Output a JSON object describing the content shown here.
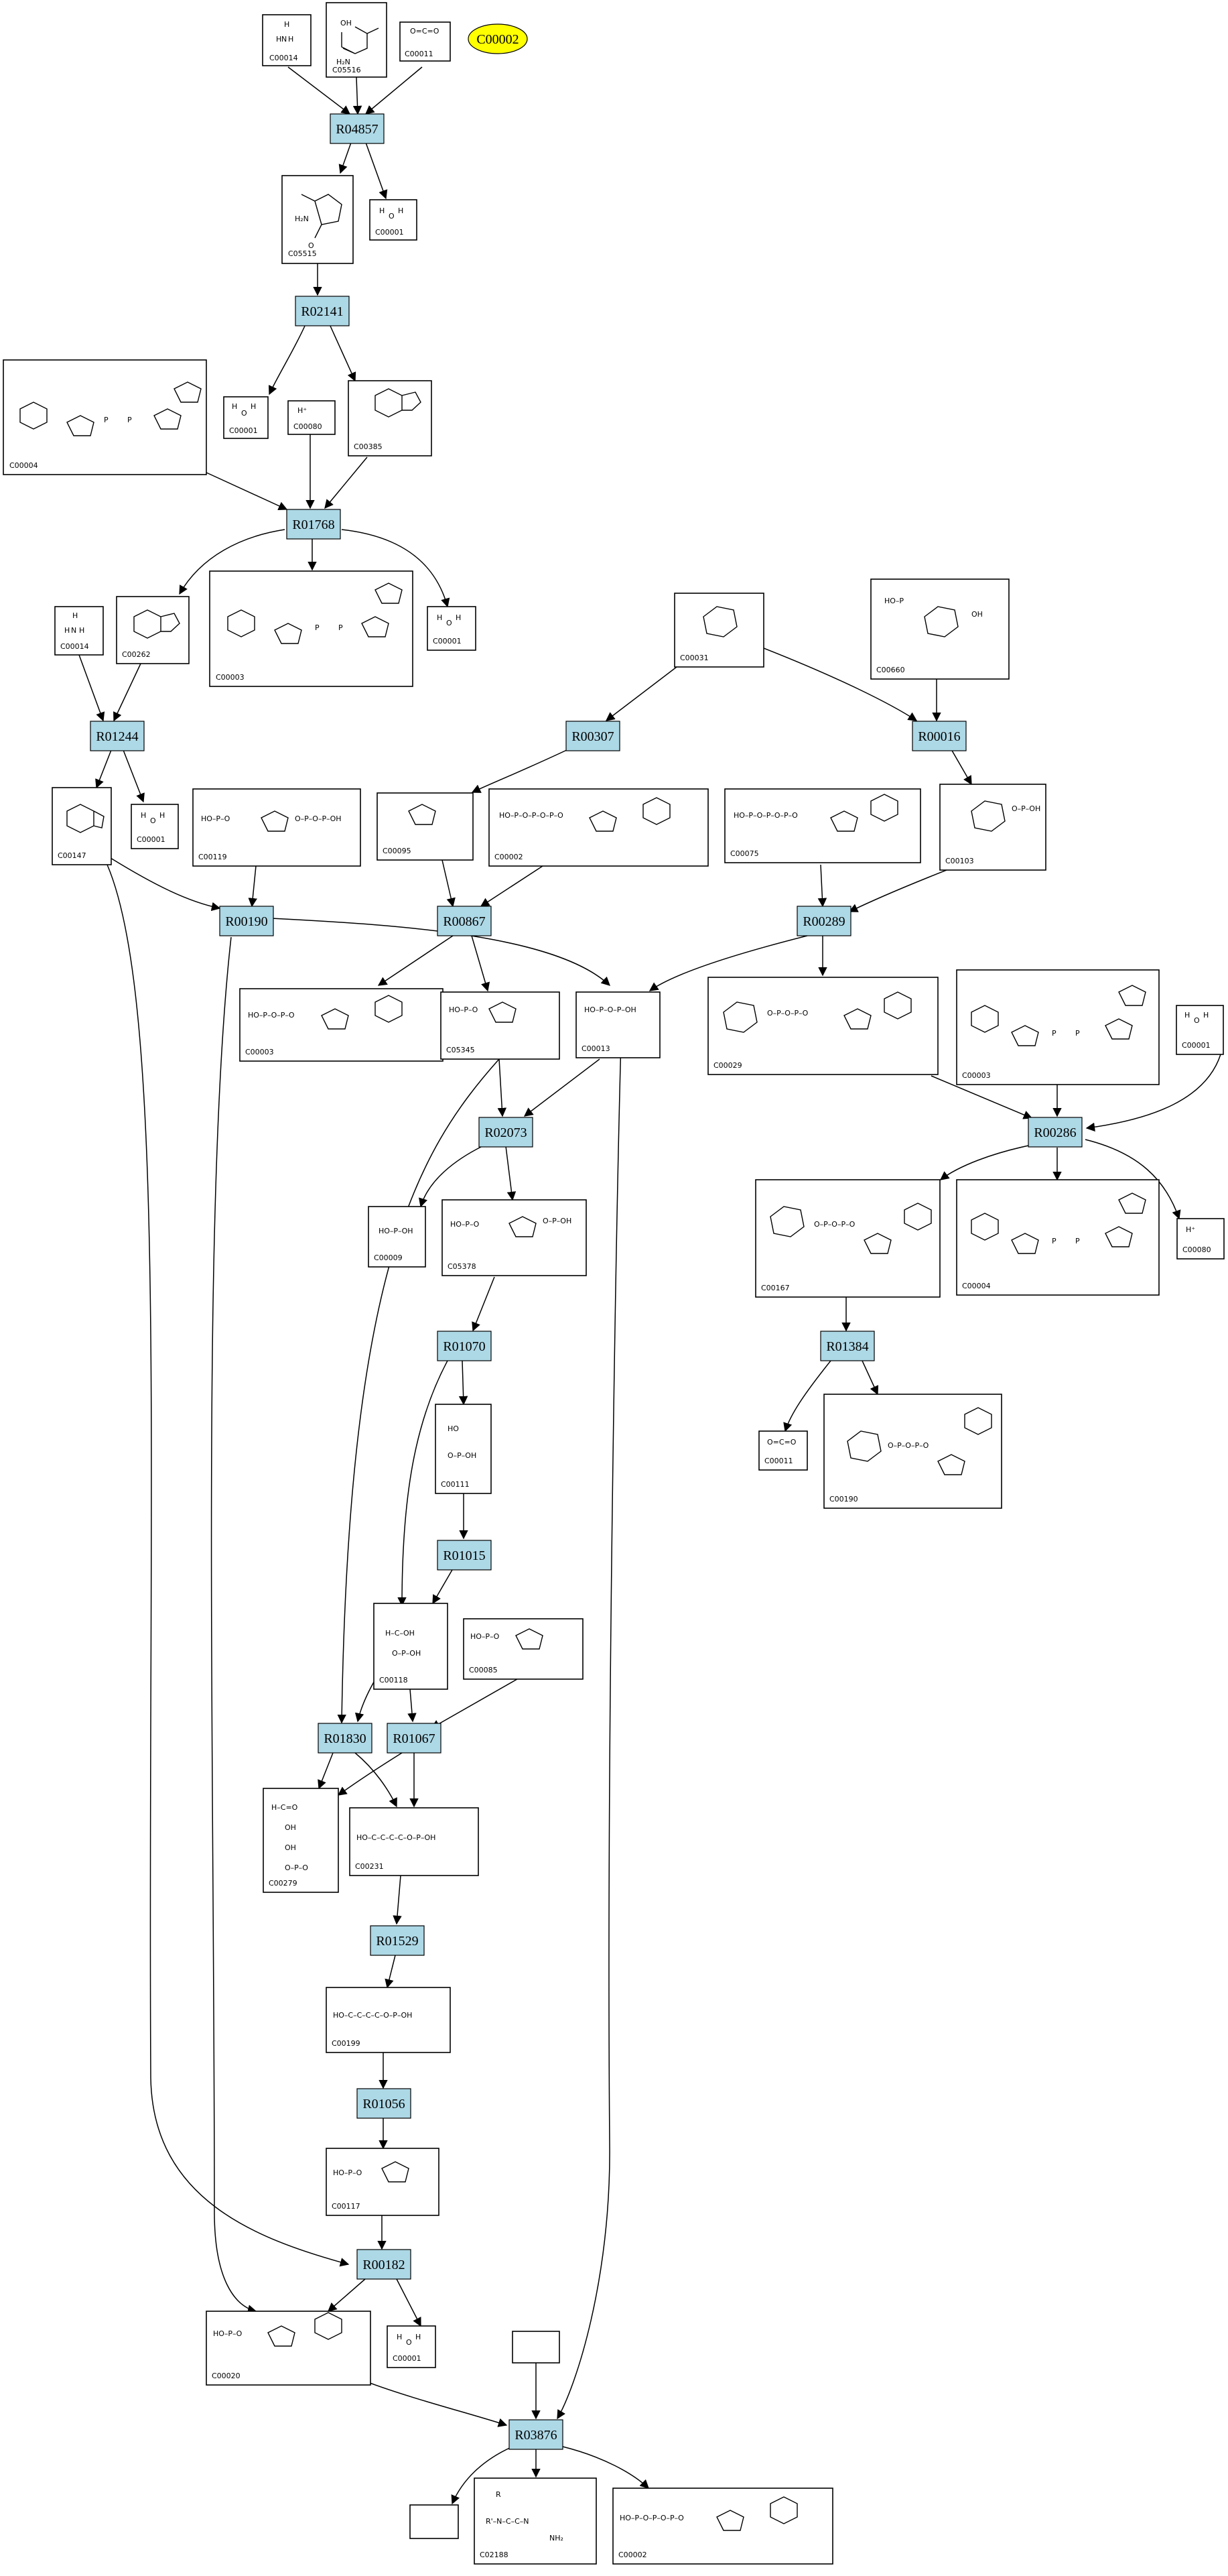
{
  "highlight": {
    "label": "C00002",
    "color": "#ffff00"
  },
  "reaction_color": "#add8e6",
  "reactions": [
    "R04857",
    "R02141",
    "R01768",
    "R01244",
    "R00307",
    "R00016",
    "R00190",
    "R00867",
    "R00289",
    "R02073",
    "R00286",
    "R01070",
    "R01384",
    "R01015",
    "R01830",
    "R01067",
    "R01529",
    "R01056",
    "R00182",
    "R03876"
  ],
  "compound_labels": {
    "c00014a": "C00014",
    "c05516": "C05516",
    "c00011a": "C00011",
    "c05515": "C05515",
    "c00001a": "C00001",
    "c00001b": "C00001",
    "c00080a": "C00080",
    "c00385": "C00385",
    "c00004a": "C00004",
    "c00014b": "C00014",
    "c00262": "C00262",
    "c00003a": "C00003",
    "c00001c": "C00001",
    "c00031": "C00031",
    "c00660": "C00660",
    "c00147": "C00147",
    "c00001d": "C00001",
    "c00119": "C00119",
    "c00095": "C00095",
    "c00002a": "C00002",
    "c00075": "C00075",
    "c00103": "C00103",
    "c00003b": "C00003",
    "c05345": "C05345",
    "c00013": "C00013",
    "c00029": "C00029",
    "c00003c": "C00003",
    "c00001e": "C00001",
    "c00009": "C00009",
    "c05378": "C05378",
    "c00167": "C00167",
    "c00004b": "C00004",
    "c00080b": "C00080",
    "c00111": "C00111",
    "c00011b": "C00011",
    "c00190": "C00190",
    "c00118": "C00118",
    "c00085": "C00085",
    "c00279": "C00279",
    "c00231": "C00231",
    "c00199": "C00199",
    "c00117": "C00117",
    "c00020": "C00020",
    "c00001f": "C00001",
    "c02188": "C02188",
    "c00002b": "C00002"
  }
}
